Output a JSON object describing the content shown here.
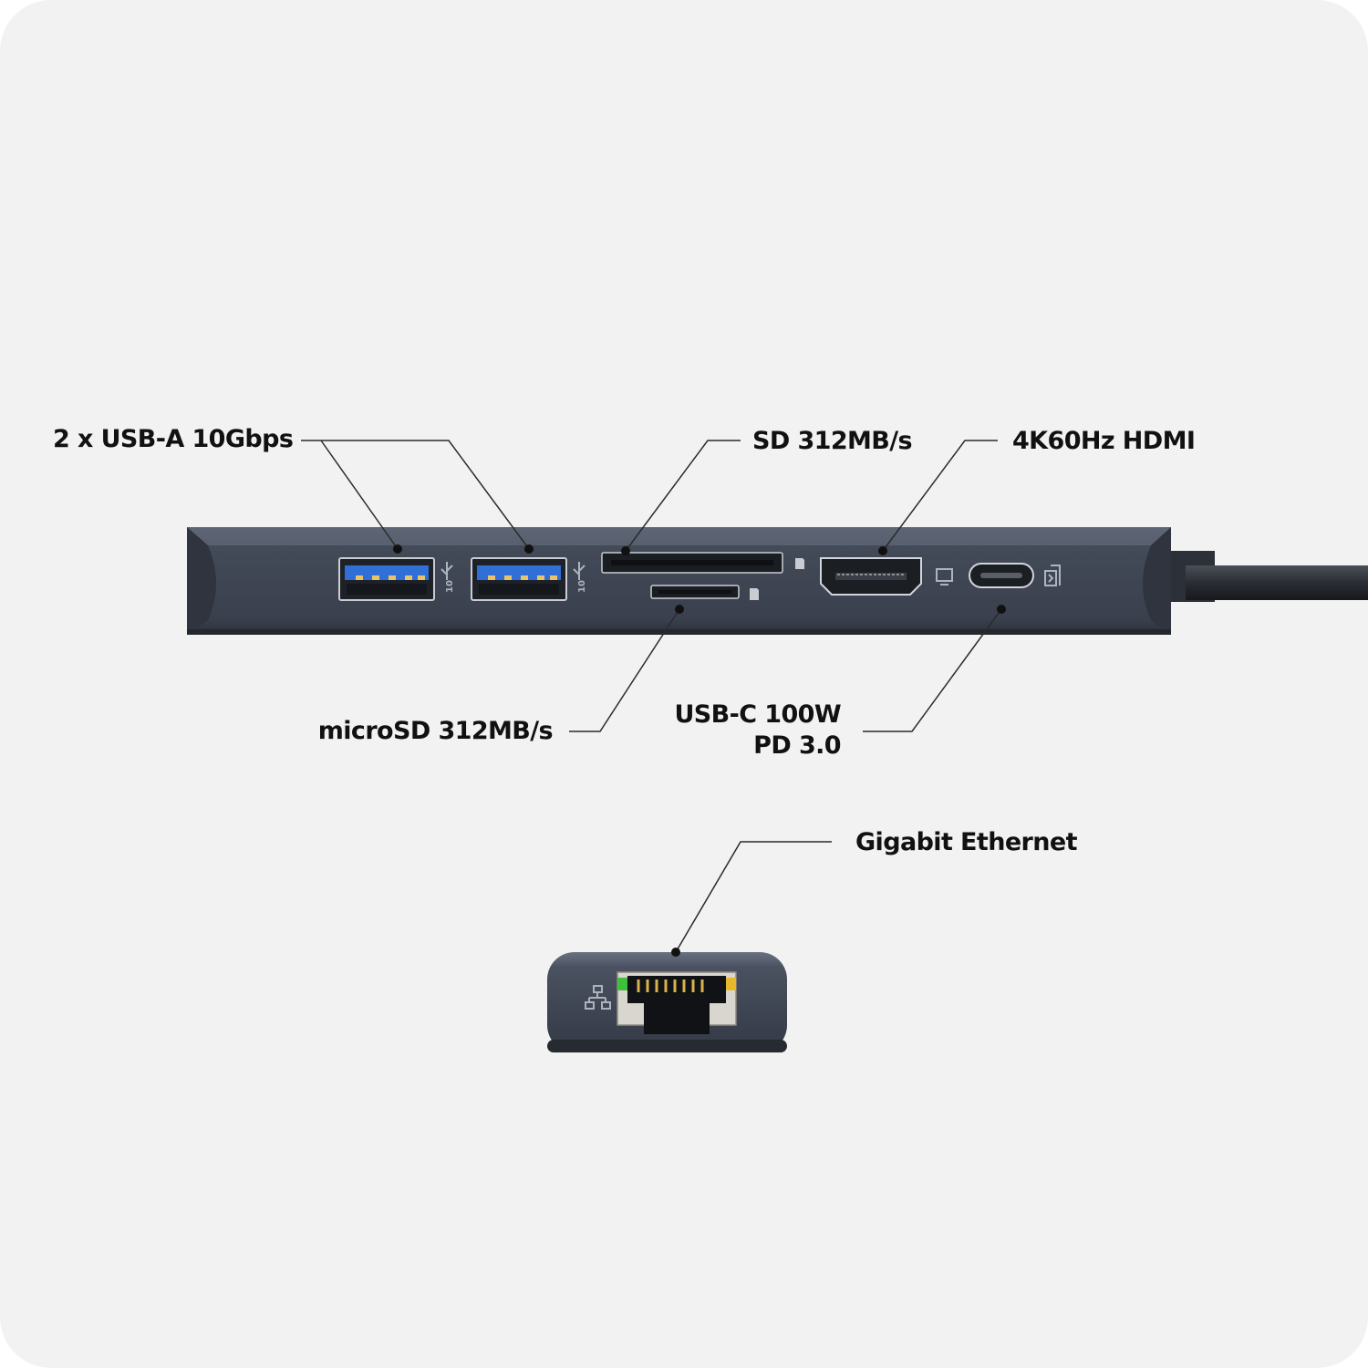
{
  "labels": {
    "usb_a": "2 x USB-A 10Gbps",
    "sd": "SD 312MB/s",
    "hdmi": "4K60Hz HDMI",
    "microsd": "microSD 312MB/s",
    "usb_c_line1": "USB-C 100W",
    "usb_c_line2": "PD 3.0",
    "ethernet": "Gigabit Ethernet"
  },
  "port_markings": {
    "usb_a_1_speed": "10",
    "usb_a_2_speed": "10"
  },
  "icons": {
    "usb": "usb-icon",
    "sd_card": "sd-card-icon",
    "microsd_card": "microsd-card-icon",
    "display": "monitor-icon",
    "power_delivery": "power-delivery-icon",
    "network": "network-icon"
  },
  "colors": {
    "background": "#f2f2f2",
    "hub_body": "#3d4452",
    "usb_insert": "#2f6fd6",
    "label_text": "#111111",
    "leader_line": "#2b2b2b",
    "ethernet_led_green": "#3fbf3a",
    "ethernet_led_yellow": "#e8b82a"
  }
}
